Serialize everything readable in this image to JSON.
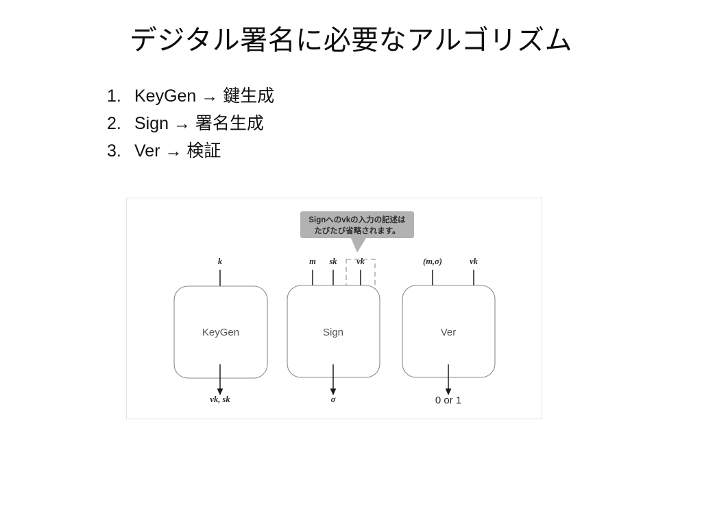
{
  "slide": {
    "title": "デジタル署名に必要なアルゴリズム",
    "bullets": [
      {
        "marker": "1.",
        "text": "KeyGen → 鍵生成"
      },
      {
        "marker": "2.",
        "text": "Sign → 署名生成"
      },
      {
        "marker": "3.",
        "text": "Ver → 検証"
      }
    ]
  },
  "figure": {
    "callout": {
      "line1": "Signへのvkの入力の記述は",
      "line2": "たびたび省略されます。",
      "background": "#b2b2b2"
    },
    "blocks": [
      {
        "name": "KeyGen",
        "label": "KeyGen",
        "inputs": [
          "k"
        ],
        "outputs": [
          "vk, sk"
        ]
      },
      {
        "name": "Sign",
        "label": "Sign",
        "inputs": [
          "m",
          "sk",
          "vk"
        ],
        "outputs": [
          "σ"
        ],
        "dashed_input": "vk"
      },
      {
        "name": "Ver",
        "label": "Ver",
        "inputs": [
          "(m,σ)",
          "vk"
        ],
        "outputs": [
          "0 or 1"
        ]
      }
    ],
    "colors": {
      "box_stroke": "#8a8a8a",
      "arrow": "#1a1a1a",
      "panel_border": "#e2e2e2",
      "dashed_stroke": "#9e9e9e"
    }
  }
}
